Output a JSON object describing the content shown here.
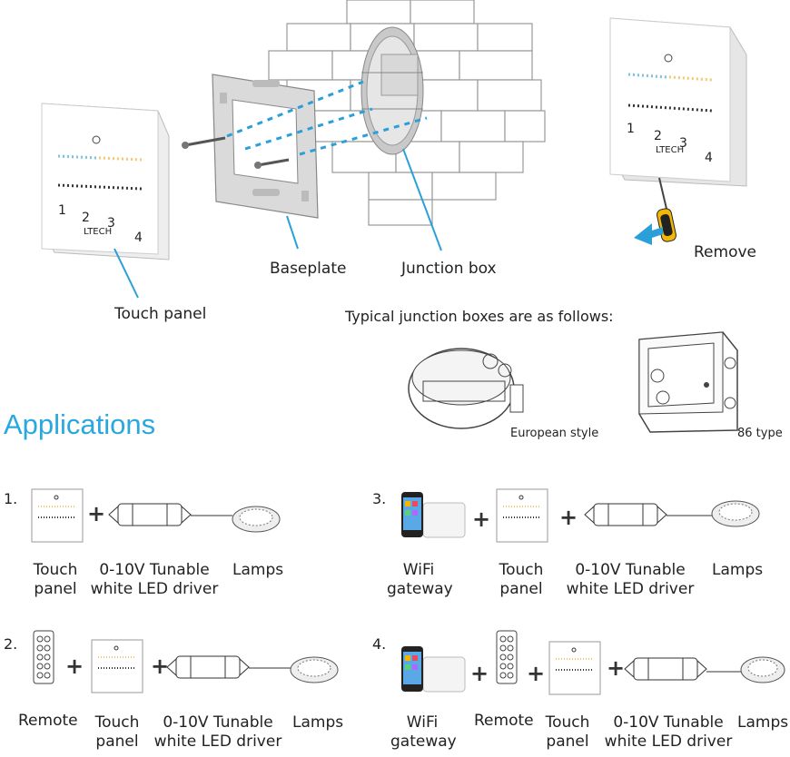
{
  "installation": {
    "touch_panel_label": "Touch panel",
    "baseplate_label": "Baseplate",
    "junction_box_label": "Junction box",
    "remove_label": "Remove",
    "panel_brand": "LTECH",
    "panel_keys": [
      "1",
      "2",
      "3",
      "4"
    ]
  },
  "junction_types": {
    "intro": "Typical junction boxes are as follows:",
    "european": "European style",
    "type86": "86 type"
  },
  "applications": {
    "heading": "Applications",
    "items": [
      {
        "number": "1.",
        "labels": [
          "Touch panel",
          "0-10V Tunable white LED driver",
          "Lamps"
        ]
      },
      {
        "number": "2.",
        "labels": [
          "Remote",
          "Touch panel",
          "0-10V Tunable white LED driver",
          "Lamps"
        ]
      },
      {
        "number": "3.",
        "labels": [
          "WiFi gateway",
          "Touch panel",
          "0-10V Tunable white LED driver",
          "Lamps"
        ]
      },
      {
        "number": "4.",
        "labels": [
          "WiFi gateway",
          "Remote",
          "Touch panel",
          "0-10V Tunable white LED driver",
          "Lamps"
        ]
      }
    ],
    "plus": "+"
  },
  "colors": {
    "accent": "#29a8e0",
    "callout": "#2b9fd8"
  }
}
